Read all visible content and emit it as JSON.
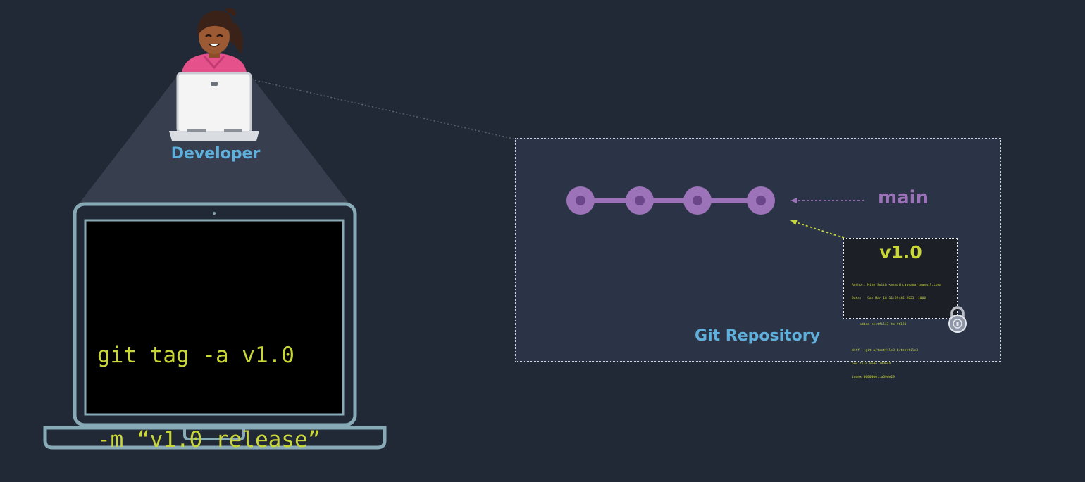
{
  "developer": {
    "label": "Developer"
  },
  "terminal": {
    "line1": "git tag -a v1.0",
    "line2": "-m “v1.0 release”"
  },
  "repository": {
    "label": "Git Repository",
    "branch_label": "main",
    "commit_count": 4
  },
  "tag": {
    "name": "v1.0",
    "details": [
      "Author: Mike Smith <msmith.ausamart@gmail.com>",
      "Date:   Sat Mar 18 11:29:46 2023 +1000",
      "",
      "    added testfile3 to ft121",
      "",
      "diff --git a/testfile3 b/testfile3",
      "new file mode 100644",
      "index 0000000..a69de29"
    ]
  },
  "colors": {
    "background": "#222936",
    "accent_blue": "#5fb0dc",
    "commit_purple": "#9c72b8",
    "terminal_green": "#c8d637",
    "laptop_outline": "#87aab6"
  }
}
